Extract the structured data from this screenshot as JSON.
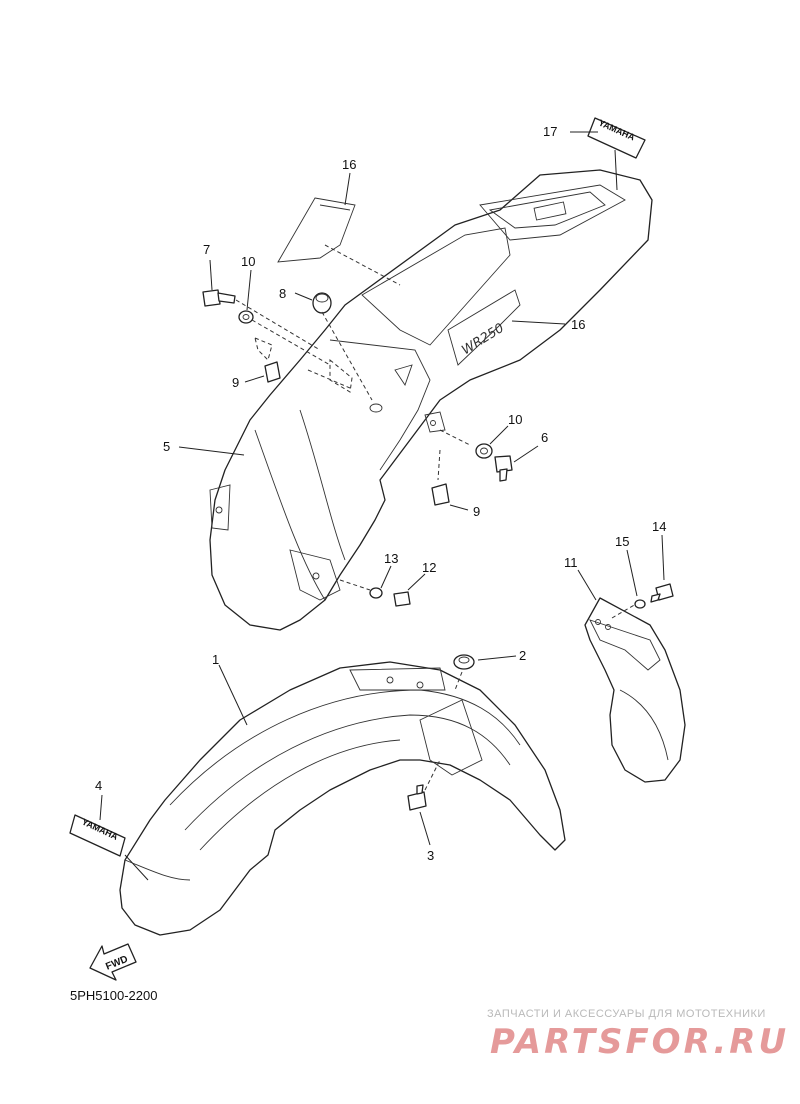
{
  "diagram": {
    "callouts": {
      "c1": "1",
      "c2": "2",
      "c3": "3",
      "c4": "4",
      "c5": "5",
      "c6": "6",
      "c7": "7",
      "c8": "8",
      "c9a": "9",
      "c9b": "9",
      "c10a": "10",
      "c10b": "10",
      "c11": "11",
      "c12": "12",
      "c13": "13",
      "c14": "14",
      "c15": "15",
      "c16a": "16",
      "c16b": "16",
      "c17": "17"
    },
    "fwd_label": "FWD",
    "yamaha_decal": "YAMAHA",
    "rear_decal": "YAMAHA",
    "side_decal": "WR250",
    "diagram_code": "5PH5100-2200"
  },
  "watermark": {
    "tagline": "ЗАПЧАСТИ И АКСЕССУАРЫ ДЛЯ МОТОТЕХНИКИ",
    "logo": "PARTSFOR.RU"
  },
  "colors": {
    "ink": "#222222",
    "watermark_red": "#e59a9a",
    "watermark_grey": "#b9b9b9"
  }
}
